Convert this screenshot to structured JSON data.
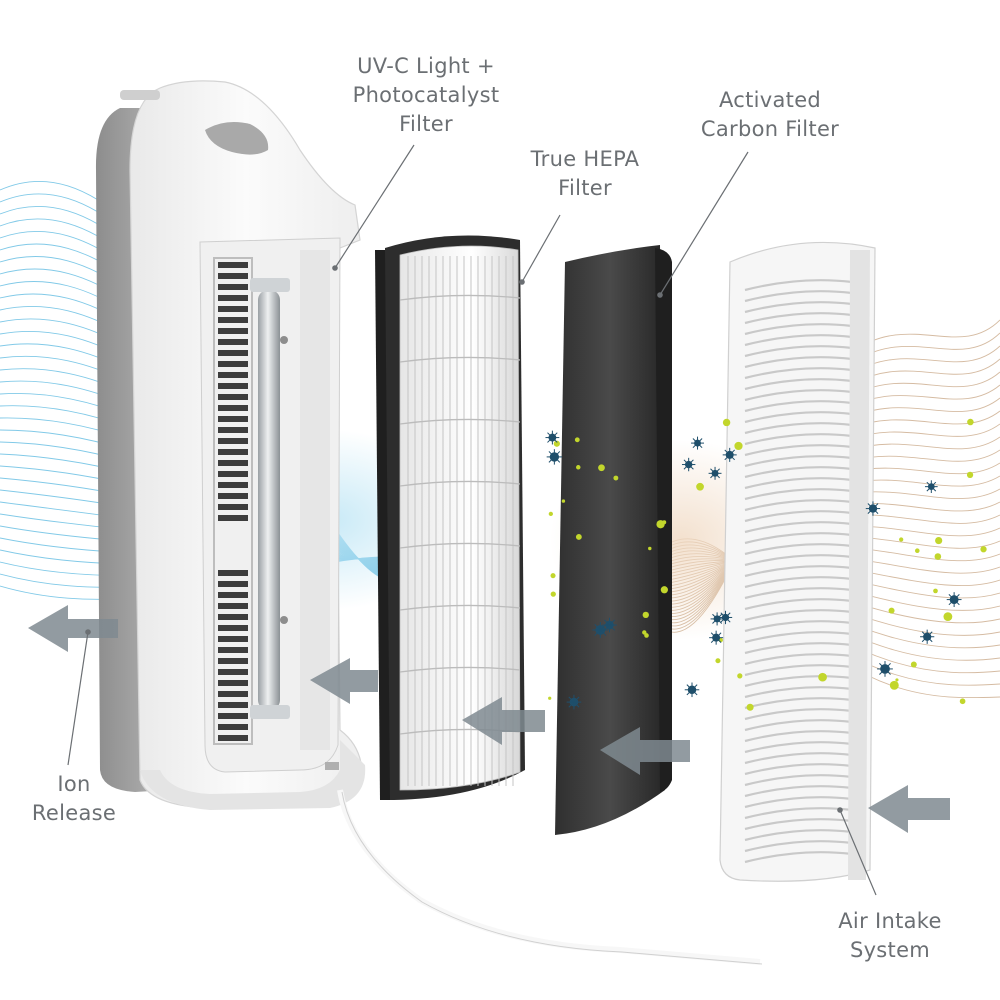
{
  "labels": {
    "uvc": {
      "line1": "UV-C Light +",
      "line2": "Photocatalyst",
      "line3": "Filter"
    },
    "hepa": {
      "line1": "True HEPA",
      "line2": "Filter"
    },
    "carbon": {
      "line1": "Activated",
      "line2": "Carbon Filter"
    },
    "ion": {
      "line1": "Ion",
      "line2": "Release"
    },
    "intake": {
      "line1": "Air Intake",
      "line2": "System"
    }
  },
  "colors": {
    "label_text": "#6b6f73",
    "leader_line": "#6b6f73",
    "arrow": "#7f8a90",
    "clean_wave": "#58b8e0",
    "dirty_wave": "#c7a583",
    "particle_green": "#c2d62c",
    "particle_navy": "#1f4f6b",
    "unit_body": "#f4f4f4",
    "unit_side": "#9a9a9a",
    "hepa_frame": "#2e2e2e",
    "carbon": "#3b3b3b"
  },
  "icons": [
    "left-arrow-icon",
    "germ-icon",
    "dust-particle-icon",
    "power-cord-icon"
  ]
}
